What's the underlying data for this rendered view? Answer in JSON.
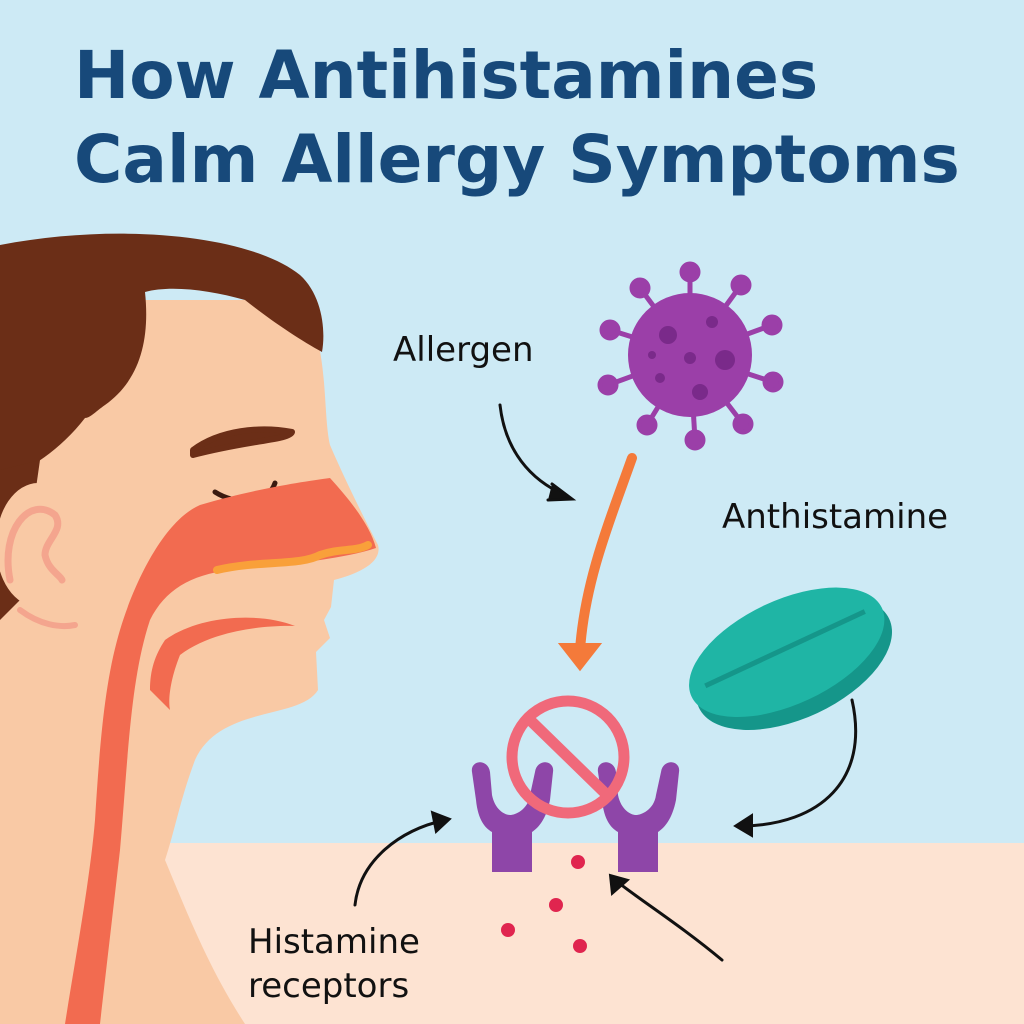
{
  "title": {
    "line1": "How Antihistamines",
    "line2": "Calm Allergy Symptoms"
  },
  "labels": {
    "allergen": "Allergen",
    "antihistamine": "Anthistamine",
    "receptors_line1": "Histamine",
    "receptors_line2": "receptors"
  },
  "colors": {
    "sky": "#cdeaf5",
    "ground": "#fde3d2",
    "title": "#17497a",
    "skin": "#f9c9a5",
    "hair": "#6b2e17",
    "airway": "#f26b50",
    "virus": "#9b3fa8",
    "pill": "#1fb5a5",
    "receptor": "#8e46a8",
    "block_sign": "#f0697a",
    "histamine": "#e0254f",
    "arrow_orange": "#f47a3a"
  }
}
